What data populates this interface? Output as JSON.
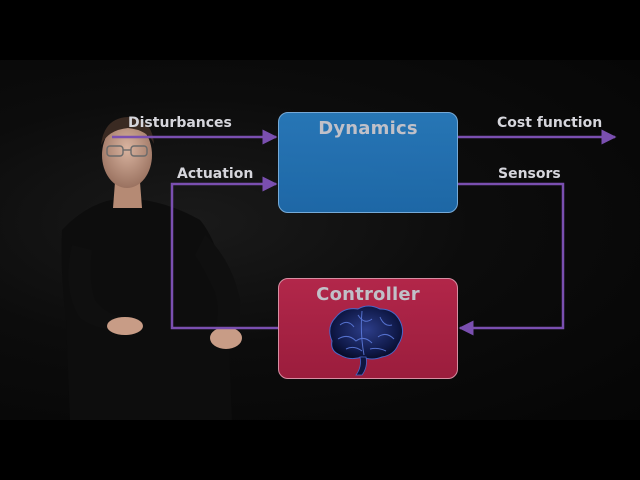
{
  "diagram": {
    "dynamics_title": "Dynamics",
    "controller_title": "Controller",
    "labels": {
      "disturbances": "Disturbances",
      "cost_function": "Cost function",
      "actuation": "Actuation",
      "sensors": "Sensors"
    },
    "icons": {
      "brain": "brain-icon"
    },
    "colors": {
      "dynamics_box": "#2a7fc4",
      "controller_box": "#c0294f",
      "arrows": "#7a4fb0",
      "text": "#d6d6dc"
    }
  }
}
